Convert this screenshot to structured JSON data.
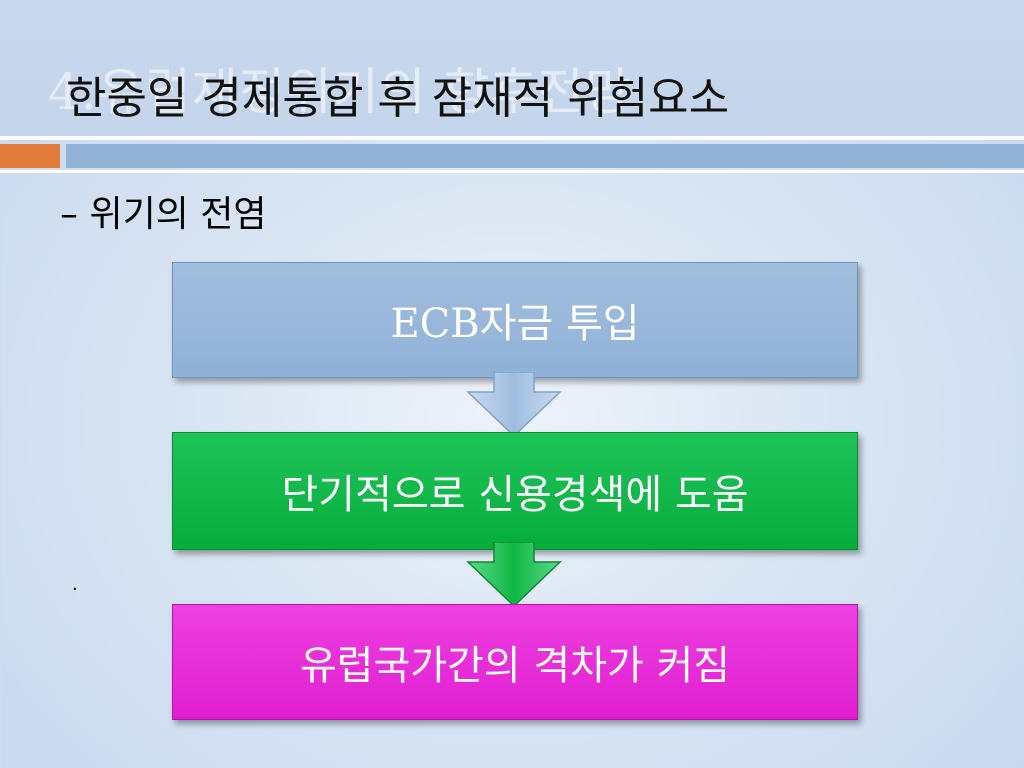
{
  "slide": {
    "ghost_title": "4.유럽재정위기의 향후전망",
    "title": "한중일 경제통합 후 잠재적 위험요소",
    "bullet": "– 위기의 전염",
    "dot": "."
  },
  "flow": {
    "steps": [
      {
        "label": "ECB자금 투입",
        "color": "#92b3d8"
      },
      {
        "label": "단기적으로 신용경색에 도움",
        "color": "#0bb340"
      },
      {
        "label": "유럽국가간의 격차가 커짐",
        "color": "#e226d6"
      }
    ],
    "arrow_colors": [
      "#a9c5e6",
      "#18c24e"
    ]
  },
  "accents": {
    "orange": "#e07b39",
    "blue_band": "#93b3d6"
  }
}
